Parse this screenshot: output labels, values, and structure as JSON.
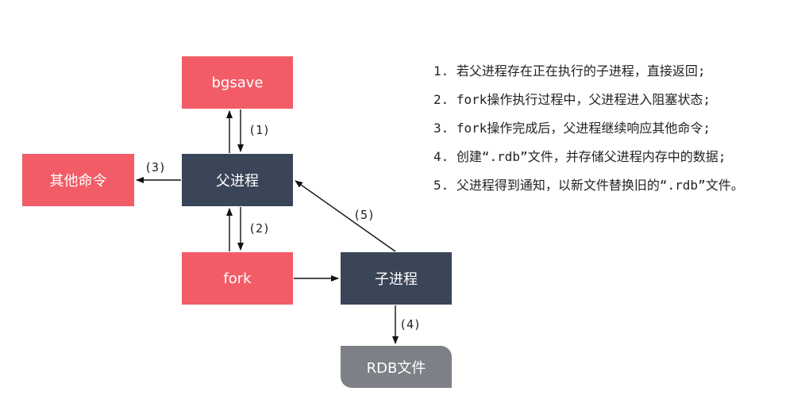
{
  "nodes": {
    "bgsave": "bgsave",
    "parent": "父进程",
    "other_commands": "其他命令",
    "fork": "fork",
    "child": "子进程",
    "rdb_file": "RDB文件"
  },
  "steps": {
    "s1": "(1)",
    "s2": "(2)",
    "s3": "(3)",
    "s4": "(4)",
    "s5": "(5)"
  },
  "notes": [
    "1. 若父进程存在正在执行的子进程，直接返回;",
    "2. fork操作执行过程中，父进程进入阻塞状态;",
    "3. fork操作完成后，父进程继续响应其他命令;",
    "4. 创建“.rdb”文件，并存储父进程内存中的数据;",
    "5. 父进程得到通知，以新文件替换旧的“.rdb”文件。"
  ],
  "colors": {
    "red": "#f25c67",
    "dark": "#3b4558",
    "gray": "#7d8087"
  }
}
